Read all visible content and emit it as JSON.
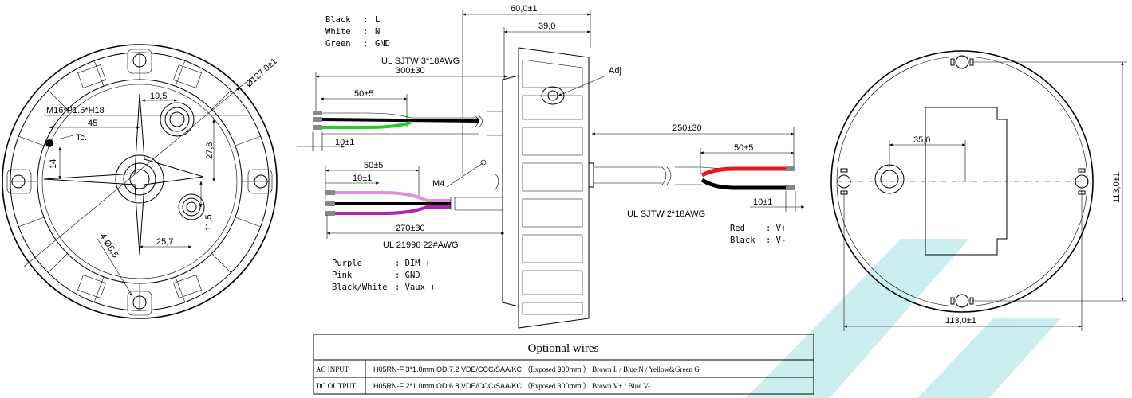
{
  "front_view": {
    "dia": "Ø127,0±1",
    "thread": "M16*P1.5*H18",
    "dim_45": "45",
    "tc": "Tc.",
    "dim_14": "14",
    "dim_19_5": "19,5",
    "dim_27_8": "27,8",
    "dim_11_5": "11,5",
    "dim_25_7": "25,7",
    "holes": "4-Ø6,5"
  },
  "side_view": {
    "ac_legend": [
      {
        "color": "Black",
        "sep": ":",
        "sig": "L"
      },
      {
        "color": "White",
        "sep": ":",
        "sig": "N"
      },
      {
        "color": "Green",
        "sep": ":",
        "sig": "GND"
      }
    ],
    "ac_cable": "UL SJTW  3*18AWG",
    "dim_300": "300±30",
    "dim_50_top": "50±5",
    "dim_10_top": "10±1",
    "dim_60": "60,0±1",
    "dim_39": "39,0",
    "adj": "Adj",
    "m4": "M4",
    "dim_50_mid": "50±5",
    "dim_10_mid": "10±1",
    "dim_270": "270±30",
    "dim_cable": "UL 21996  22#AWG",
    "dim_legend": [
      {
        "color": "Purple",
        "sig": ": DIM +"
      },
      {
        "color": "Pink",
        "sig": ": GND"
      },
      {
        "color": "Black/White",
        "sig": ": Vaux +"
      }
    ],
    "dim_250": "250±30",
    "dim_50_dc": "50±5",
    "dim_10_dc": "10±1",
    "dc_cable": "UL SJTW  2*18AWG",
    "dc_legend": [
      {
        "color": "Red",
        "sig": ": V+"
      },
      {
        "color": "Black",
        "sig": ": V-"
      }
    ]
  },
  "back_view": {
    "dim_35": "35,0",
    "dim_113_h": "113,0±1",
    "dim_113_v": "113,0±1"
  },
  "optional_table": {
    "title": "Optional wires",
    "rows": [
      {
        "label": "AC INPUT",
        "spec": "H05RN-F 3*1.0mm  OD:7.2 VDE/CCC/SAA/KC",
        "exposed_pre": "（Exposed ",
        "exposed_val": "300mm",
        "exposed_post": "）",
        "wires": "Brown L / Blue N / Yellow&Green G"
      },
      {
        "label": "DC OUTPUT",
        "spec": "H05RN-F 2*1.0mm  OD:6.8 VDE/CCC/SAA/KC",
        "exposed_pre": "（Exposed ",
        "exposed_val": "300mm",
        "exposed_post": "）",
        "wires": "Brown V+ / Blue V-"
      }
    ]
  },
  "colors": {
    "green_wire": "#1fd11f",
    "pink_wire": "#e58fd8",
    "purple_wire": "#b022b0",
    "red_wire": "#e31b1b",
    "watermark": "#c7ecec"
  }
}
